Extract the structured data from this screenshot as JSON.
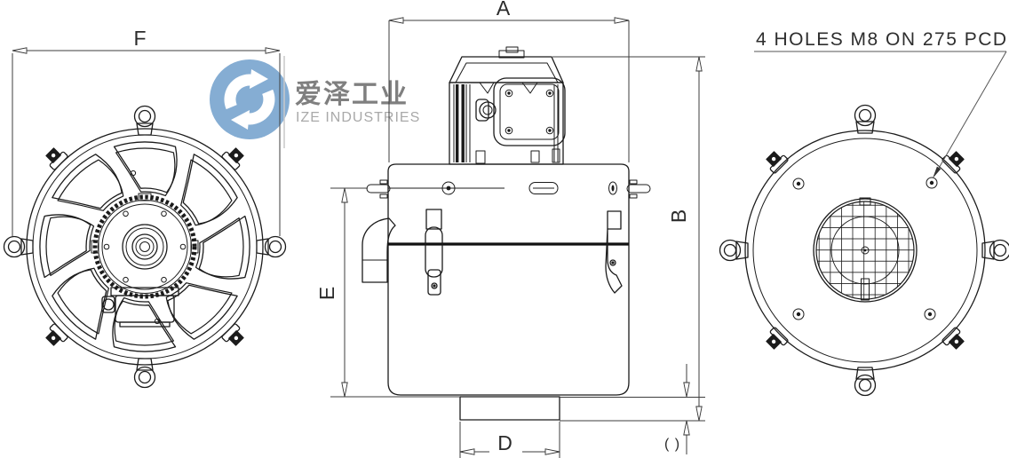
{
  "annotations": {
    "holes_note": "4 HOLES M8 ON 275 PCD"
  },
  "dimensions": {
    "f": "F",
    "a": "A",
    "b": "B",
    "e": "E",
    "d": "D",
    "c": "( )"
  },
  "watermark": {
    "company_cn": "爱泽工业",
    "company_en": "IZE INDUSTRIES"
  },
  "colors": {
    "line": "#1b1b1b",
    "dimension": "#3d3d3d",
    "logo_blue": "#85ADD3",
    "watermark_gray": "#7f7f7f",
    "watermark_light_gray": "#a9a9a9"
  }
}
